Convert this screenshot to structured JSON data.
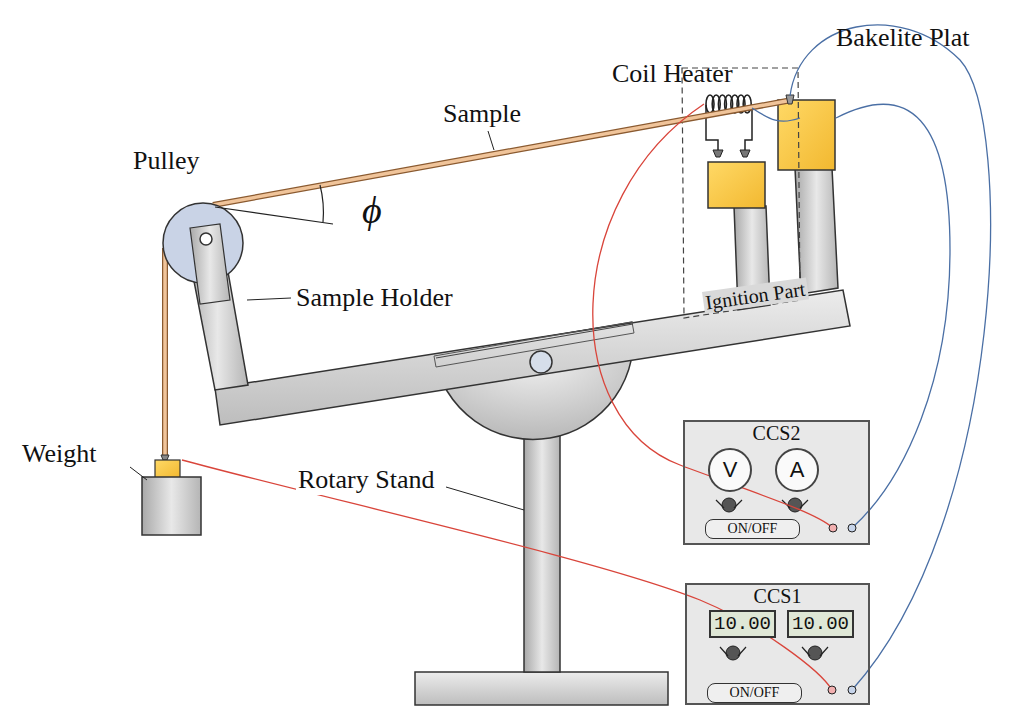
{
  "diagram": {
    "nodes": [
      {
        "text": [
          "CCS2"
        ]
      },
      {
        "text": [
          "V"
        ],
        "in": 0
      },
      {
        "text": [
          "A"
        ],
        "in": 0
      },
      {
        "text": [
          "ON/OFF"
        ],
        "in": 0
      },
      {
        "text": [
          "CCS1"
        ]
      },
      {
        "text": [
          "10.00"
        ],
        "in": 4
      },
      {
        "text": [
          "10.00"
        ],
        "in": 4
      },
      {
        "text": [
          "ON/OFF"
        ],
        "in": 4
      }
    ],
    "labels": [
      "Sample",
      "Coil Heater",
      "Bakelite Plat",
      "Pulley",
      "ϕ",
      "Sample Holder",
      "Ignition Part",
      "Weight",
      "Rotary Stand"
    ]
  }
}
